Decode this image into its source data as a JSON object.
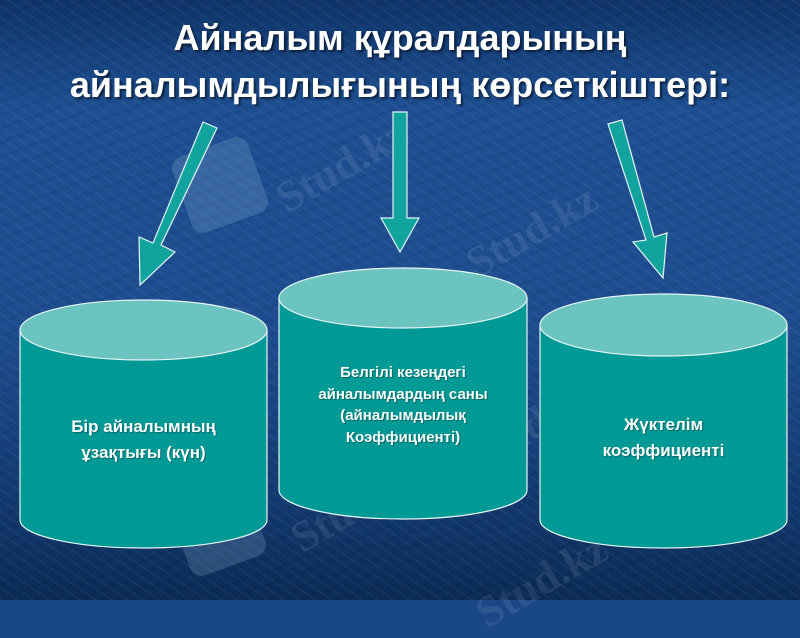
{
  "slide": {
    "title_lines": [
      "Айналым құралдарының",
      "айналымдылығының көрсеткіштері:"
    ],
    "colors": {
      "background": "#1a4788",
      "cylinder_body": "#009a96",
      "cylinder_top": "#6cc4c0",
      "arrow": "#11a39d",
      "outline": "#e6f4f3",
      "text": "#ffffff"
    },
    "cylinders": [
      {
        "lines": [
          "Бір айналымның",
          "ұзақтығы (күн)"
        ]
      },
      {
        "lines": [
          "Белгілі кезеңдегі",
          "айналымдардың саны",
          "(айналымдылық",
          "Коэффициенті)"
        ]
      },
      {
        "lines": [
          "Жүктелім",
          "коэффициенті"
        ]
      }
    ],
    "watermark": "Stud.kz"
  }
}
